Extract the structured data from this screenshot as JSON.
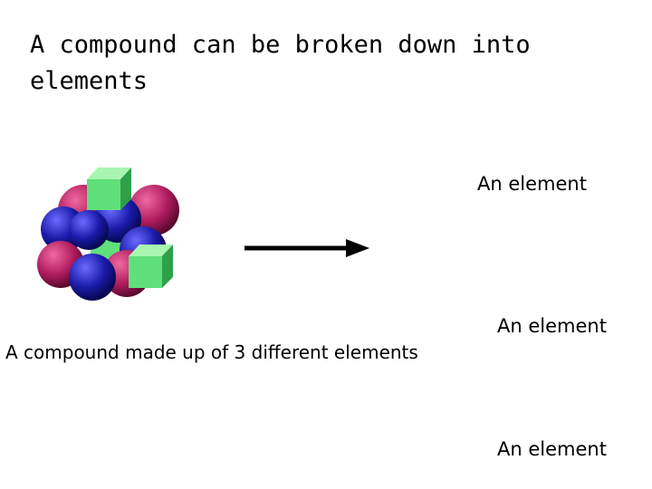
{
  "slide": {
    "title": "A compound can be broken down into elements",
    "compound_caption": "A compound made up of 3 different elements",
    "element_labels": [
      "An element",
      "An element",
      "An element"
    ]
  },
  "colors": {
    "blue_element": "#1a1aa8",
    "red_element": "#b01c5e",
    "green_element": "#5fe07a",
    "arrow": "#000000"
  }
}
